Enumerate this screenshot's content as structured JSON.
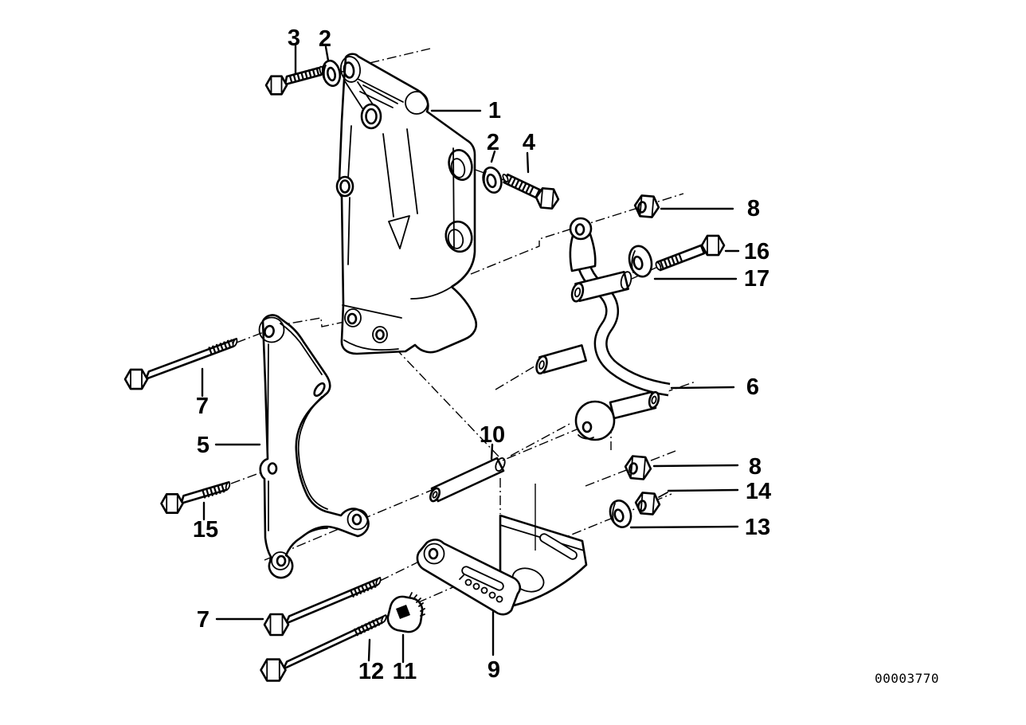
{
  "diagram": {
    "background": "#ffffff",
    "line_color": "#000000",
    "code": "00003770",
    "callouts": {
      "c1": "1",
      "c2a": "2",
      "c2b": "2",
      "c3": "3",
      "c4": "4",
      "c5": "5",
      "c6": "6",
      "c7a": "7",
      "c7b": "7",
      "c8a": "8",
      "c8b": "8",
      "c9": "9",
      "c10": "10",
      "c11": "11",
      "c12": "12",
      "c13": "13",
      "c14": "14",
      "c15": "15",
      "c16": "16",
      "c17": "17"
    }
  }
}
